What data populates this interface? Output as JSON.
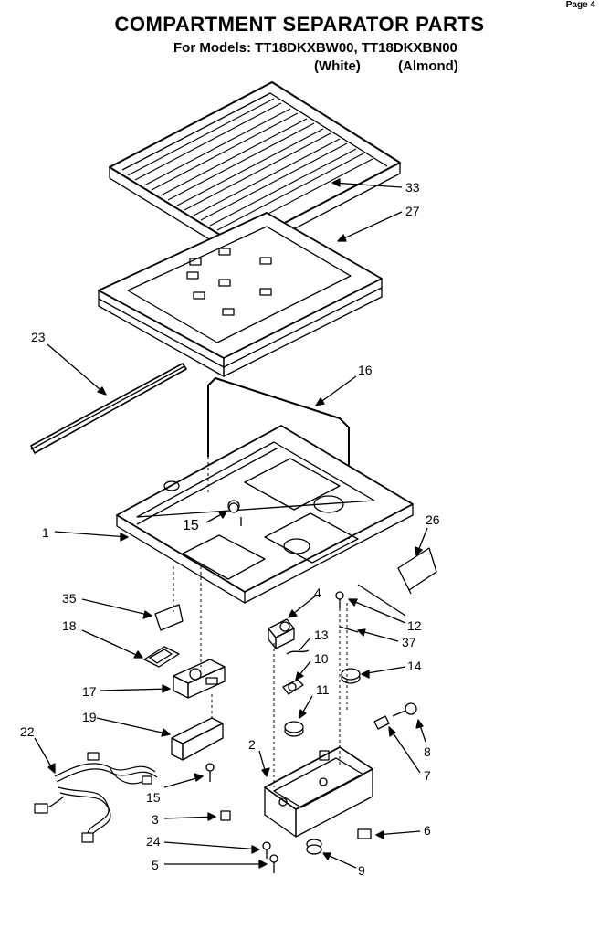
{
  "header": {
    "page_ref": "Page 4",
    "title": "COMPARTMENT SEPARATOR PARTS",
    "models_line": "For Models: TT18DKXBW00, TT18DKXBN00",
    "variant_white": "(White)",
    "variant_almond": "(Almond)"
  },
  "callouts": {
    "33": "33",
    "27": "27",
    "23": "23",
    "16": "16",
    "1": "1",
    "15a": "15",
    "26": "26",
    "35": "35",
    "4": "4",
    "12": "12",
    "18": "18",
    "13": "13",
    "37": "37",
    "10": "10",
    "14": "14",
    "17": "17",
    "11": "11",
    "19": "19",
    "22": "22",
    "8": "8",
    "2": "2",
    "7": "7",
    "15b": "15",
    "3": "3",
    "6": "6",
    "24": "24",
    "5": "5",
    "9": "9"
  }
}
